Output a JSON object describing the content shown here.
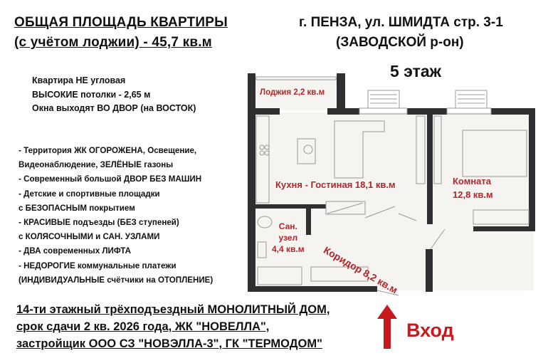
{
  "header": {
    "area_line1": "ОБЩАЯ ПЛОЩАДЬ КВАРТИРЫ",
    "area_line2": "(с учётом лоджии) - 45,7 кв.м",
    "address_line1": "г. ПЕНЗА, ул. ШМИДТА стр. 3-1",
    "address_line2": "(ЗАВОДСКОЙ р-он)",
    "floor": "5 этаж"
  },
  "details": [
    "Квартира НЕ угловая",
    "ВЫСОКИЕ потолки - 2,65 м",
    "Окна выходят ВО ДВОР (на ВОСТОК)"
  ],
  "features": [
    "- Территория ЖК ОГОРОЖЕНА, Освещение,",
    "Видеонаблюдение, ЗЕЛЁНЫЕ газоны",
    "- Современный большой ДВОР БЕЗ МАШИН",
    "- Детские и спортивные площадки",
    "с БЕЗОПАСНЫМ покрытием",
    "- КРАСИВЫЕ подъезды (БЕЗ ступеней)",
    "с КОЛЯСОЧНЫМИ и САН. УЗЛАМИ",
    "- ДВА современных ЛИФТА",
    "- НЕДОРОГИЕ коммунальные платежи",
    "(ИНДИВИДУАЛЬНЫЕ счётчики на ОТОПЛЕНИЕ)"
  ],
  "building": [
    "14-ти этажный трёхподъездный МОНОЛИТНЫЙ ДОМ,",
    "срок сдачи 2 кв. 2026 года, ЖК \"НОВЕЛЛА\",",
    "застройщик ООО СЗ \"НОВЭЛЛА-3\", ГК \"ТЕРМОДОМ\""
  ],
  "rooms": {
    "loggia": "Лоджия 2,2 кв.м",
    "kitchen": "Кухня - Гостиная 18,1 кв.м",
    "room_line1": "Комната",
    "room_line2": "12,8 кв.м",
    "bath_line1": "Сан.",
    "bath_line2": "узел",
    "bath_line3": "4,4 кв.м",
    "corridor": "Коридор 8,2 кв.м"
  },
  "entrance": "Вход",
  "colors": {
    "accent": "#b3262a",
    "wall": "#2f2f2f",
    "entrance": "#c8191e"
  }
}
